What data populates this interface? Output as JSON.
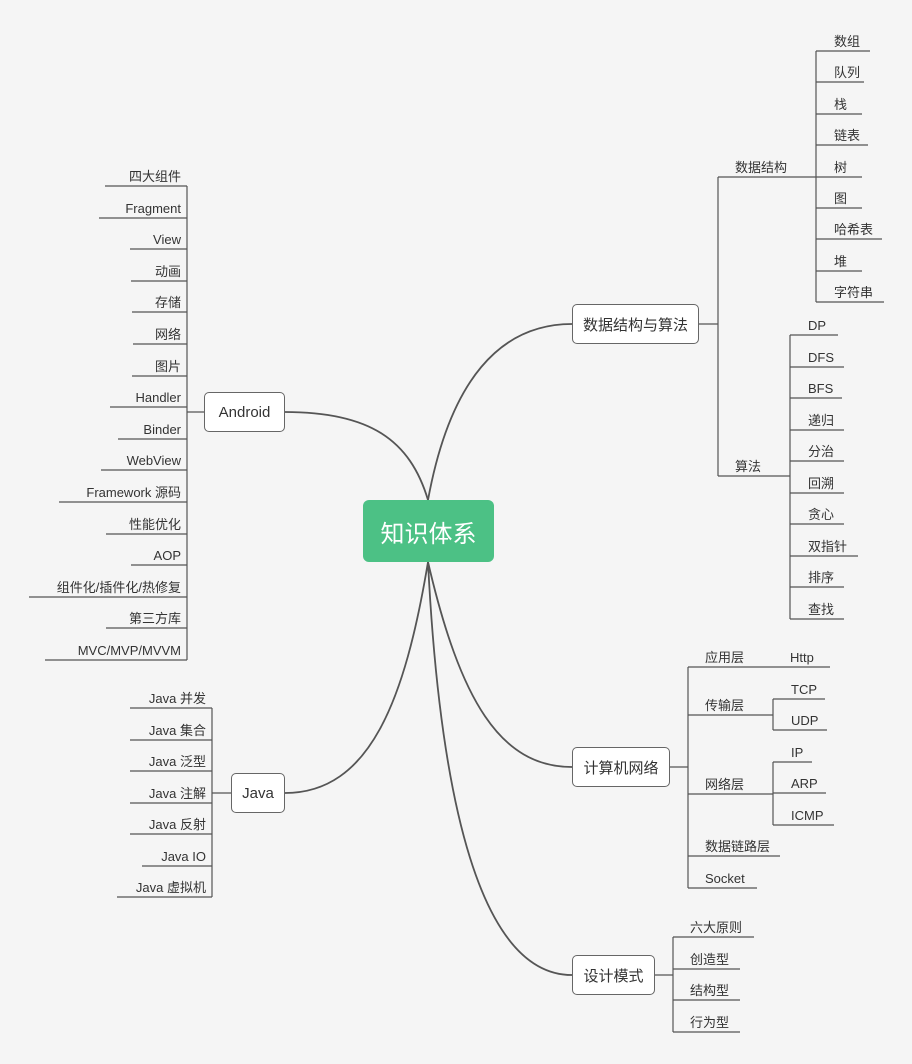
{
  "root": "知识体系",
  "android": {
    "label": "Android",
    "items": [
      "四大组件",
      "Fragment",
      "View",
      "动画",
      "存储",
      "网络",
      "图片",
      "Handler",
      "Binder",
      "WebView",
      "Framework 源码",
      "性能优化",
      "AOP",
      "组件化/插件化/热修复",
      "第三方库",
      "MVC/MVP/MVVM"
    ]
  },
  "java": {
    "label": "Java",
    "items": [
      "Java 并发",
      "Java 集合",
      "Java 泛型",
      "Java 注解",
      "Java 反射",
      "Java IO",
      "Java 虚拟机"
    ]
  },
  "dsa": {
    "label": "数据结构与算法",
    "ds": {
      "label": "数据结构",
      "items": [
        "数组",
        "队列",
        "栈",
        "链表",
        "树",
        "图",
        "哈希表",
        "堆",
        "字符串"
      ]
    },
    "algo": {
      "label": "算法",
      "items": [
        "DP",
        "DFS",
        "BFS",
        "递归",
        "分治",
        "回溯",
        "贪心",
        "双指针",
        "排序",
        "查找"
      ]
    }
  },
  "network": {
    "label": "计算机网络",
    "app": {
      "label": "应用层",
      "items": [
        "Http"
      ]
    },
    "transport": {
      "label": "传输层",
      "items": [
        "TCP",
        "UDP"
      ]
    },
    "net": {
      "label": "网络层",
      "items": [
        "IP",
        "ARP",
        "ICMP"
      ]
    },
    "link": {
      "label": "数据链路层"
    },
    "socket": {
      "label": "Socket"
    }
  },
  "design": {
    "label": "设计模式",
    "items": [
      "六大原则",
      "创造型",
      "结构型",
      "行为型"
    ]
  }
}
